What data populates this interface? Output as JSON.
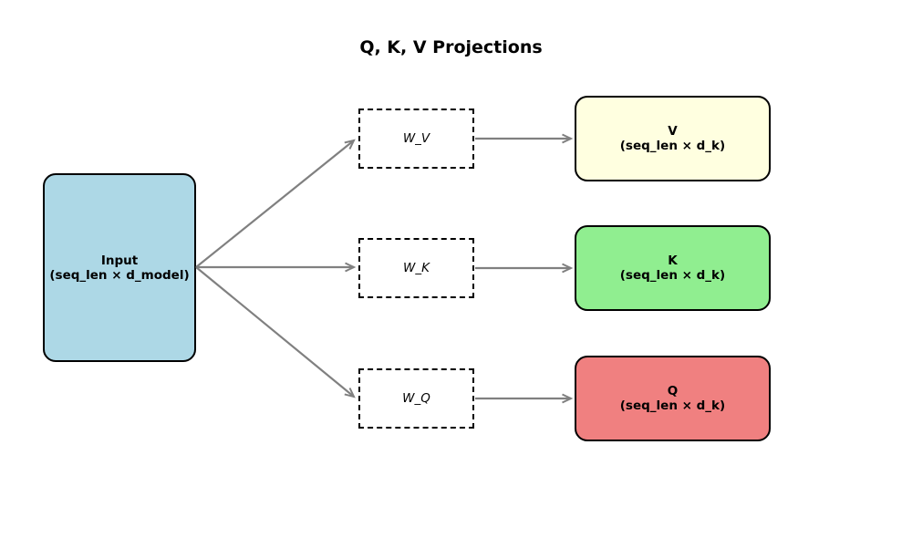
{
  "title": "Q, K, V Projections",
  "nodes": {
    "input": {
      "label": "Input",
      "dims": "(seq_len × d_model)"
    },
    "w_v": {
      "label": "W_V"
    },
    "w_k": {
      "label": "W_K"
    },
    "w_q": {
      "label": "W_Q"
    },
    "v": {
      "label": "V",
      "dims": "(seq_len × d_k)"
    },
    "k": {
      "label": "K",
      "dims": "(seq_len × d_k)"
    },
    "q": {
      "label": "Q",
      "dims": "(seq_len × d_k)"
    }
  },
  "colors": {
    "input_fill": "#ADD8E6",
    "v_fill": "#FFFFE0",
    "k_fill": "#90EE90",
    "q_fill": "#F08080",
    "arrow": "#808080",
    "border": "#000000",
    "background": "#FFFFFF"
  }
}
